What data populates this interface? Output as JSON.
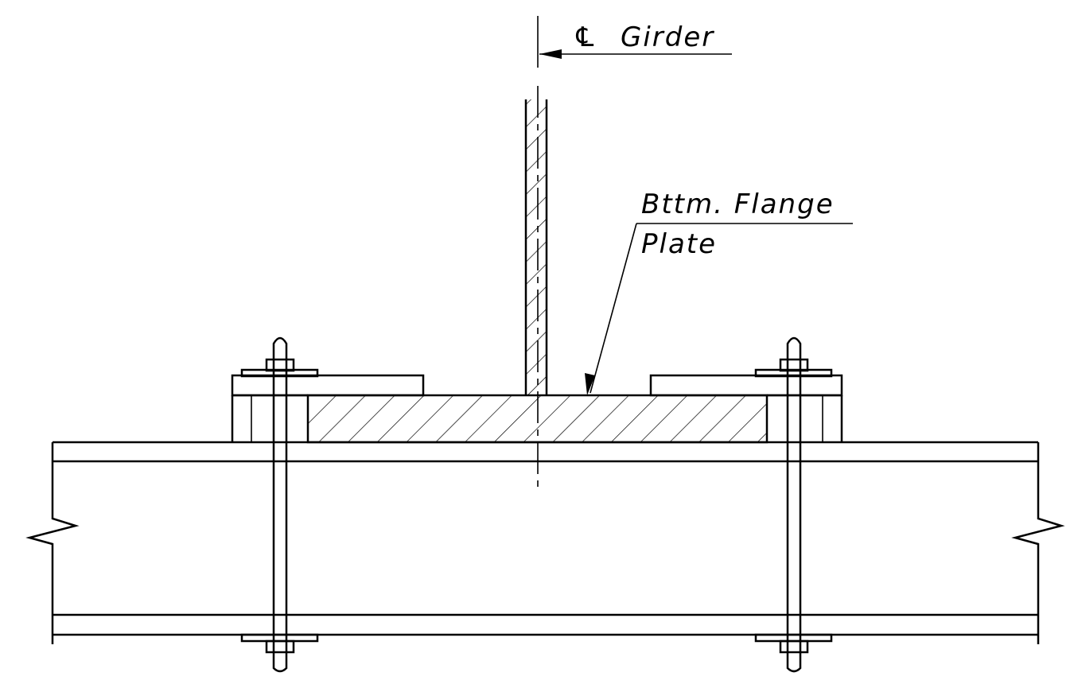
{
  "labels": {
    "centerline_symbol": "℄",
    "centerline_text": "Girder",
    "flange_line1": "Bttm. Flange",
    "flange_line2": "Plate"
  }
}
